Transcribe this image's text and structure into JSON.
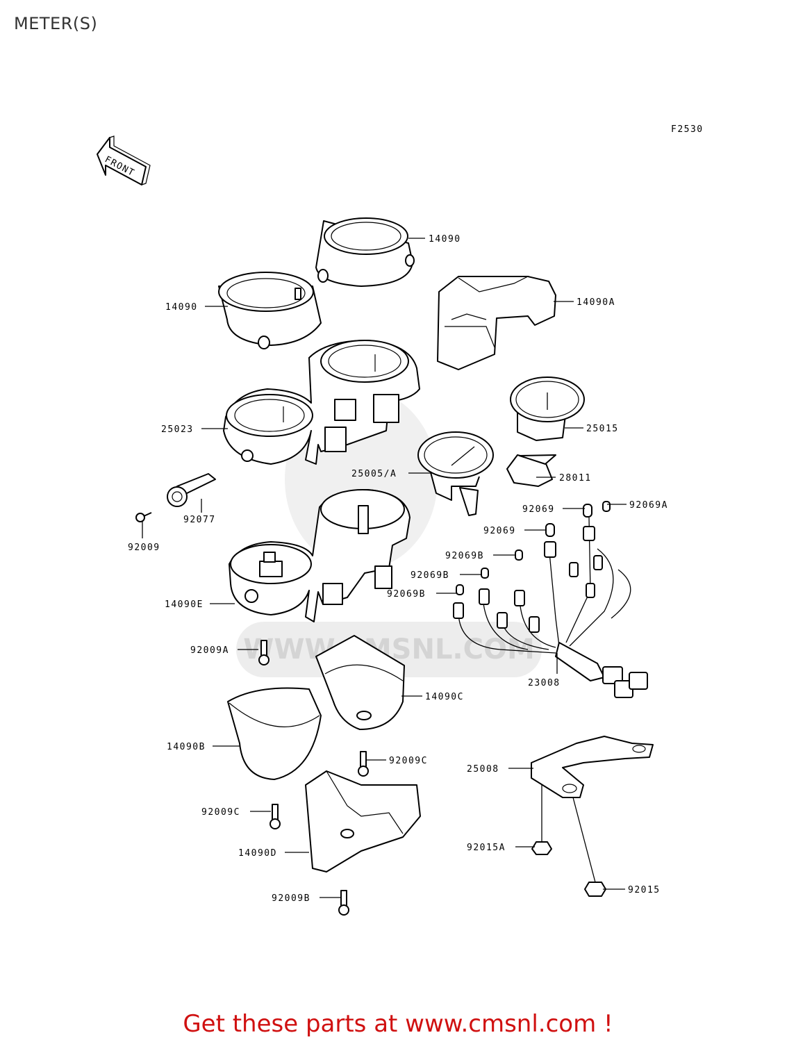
{
  "page": {
    "title": "METER(S)"
  },
  "diagram": {
    "code": "F2530",
    "front_label": "FRONT",
    "parts": {
      "p14090_top": "14090",
      "p14090_left": "14090",
      "p14090a": "14090A",
      "p25023": "25023",
      "p25015": "25015",
      "p28011": "28011",
      "p25005a": "25005/A",
      "p92077": "92077",
      "p92009": "92009",
      "p92069_r": "92069",
      "p92069a": "92069A",
      "p92069_l": "92069",
      "p92069b_1": "92069B",
      "p92069b_2": "92069B",
      "p92069b_3": "92069B",
      "p14090e": "14090E",
      "p92009a": "92009A",
      "p23008": "23008",
      "p14090c": "14090C",
      "p14090b": "14090B",
      "p92009c_r": "92009C",
      "p25008": "25008",
      "p92009c_l": "92009C",
      "p14090d": "14090D",
      "p92015a": "92015A",
      "p92015": "92015",
      "p92009b": "92009B"
    },
    "watermark": "WWW.CMSNL.COM"
  },
  "footer": {
    "text": "Get these parts at www.cmsnl.com !"
  }
}
